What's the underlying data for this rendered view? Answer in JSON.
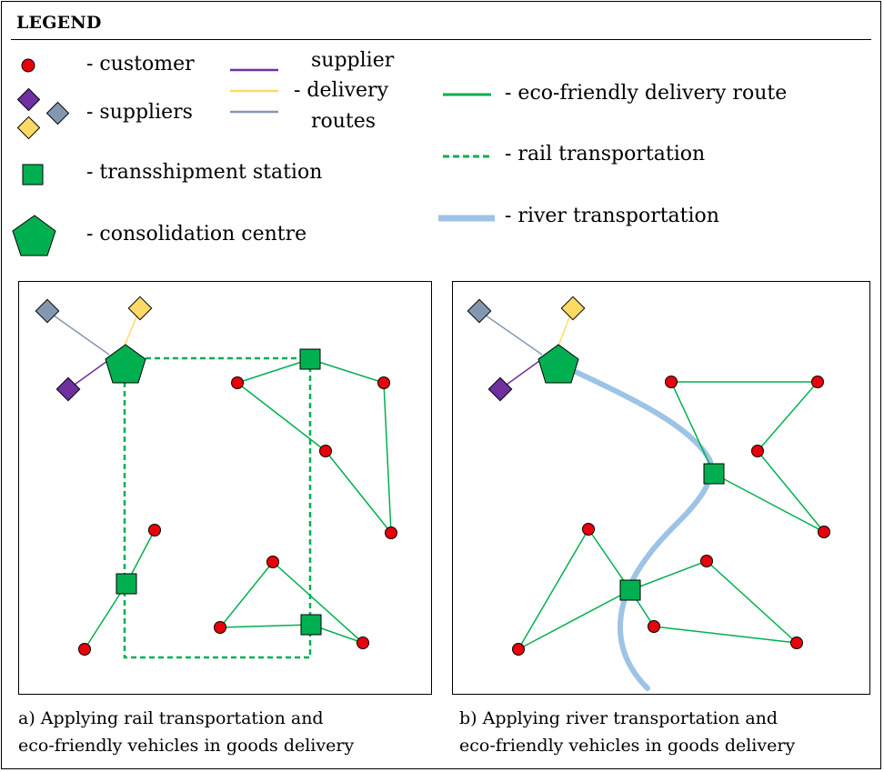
{
  "legend": {
    "title": "LEGEND",
    "customer": "- customer",
    "suppliers": "- suppliers",
    "supplier_line1": "supplier",
    "supplier_line2": "- delivery",
    "supplier_line3": "routes",
    "transshipment": "- transshipment station",
    "consolidation": "- consolidation centre",
    "eco_route": "- eco-friendly delivery route",
    "rail": "- rail transportation",
    "river": "- river transportation"
  },
  "colors": {
    "customer": "#e8000b",
    "supplier_purple": "#7030a0",
    "supplier_yellow": "#ffd966",
    "supplier_gray": "#8497b0",
    "green": "#00b050",
    "river": "#9dc3e6"
  },
  "panels": {
    "a": {
      "caption_line1": "a) Applying rail transportation and",
      "caption_line2": "eco-friendly vehicles in goods delivery"
    },
    "b": {
      "caption_line1": "b) Applying river transportation and",
      "caption_line2": "eco-friendly vehicles in goods delivery"
    }
  }
}
